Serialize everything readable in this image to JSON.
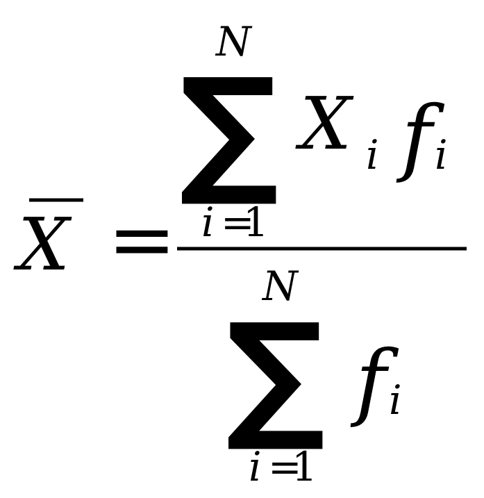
{
  "formula": {
    "lhs": {
      "symbol": "X",
      "equals": "="
    },
    "numerator": {
      "sum_symbol": "∑",
      "upper_limit": "N",
      "lower_index": "i",
      "lower_equals": "=",
      "lower_value": "1",
      "term1_base": "X",
      "term1_sub": "i",
      "term2_base": "f",
      "term2_sub": "i"
    },
    "denominator": {
      "sum_symbol": "∑",
      "upper_limit": "N",
      "lower_index": "i",
      "lower_equals": "=",
      "lower_value": "1",
      "term_base": "f",
      "term_sub": "i"
    }
  }
}
